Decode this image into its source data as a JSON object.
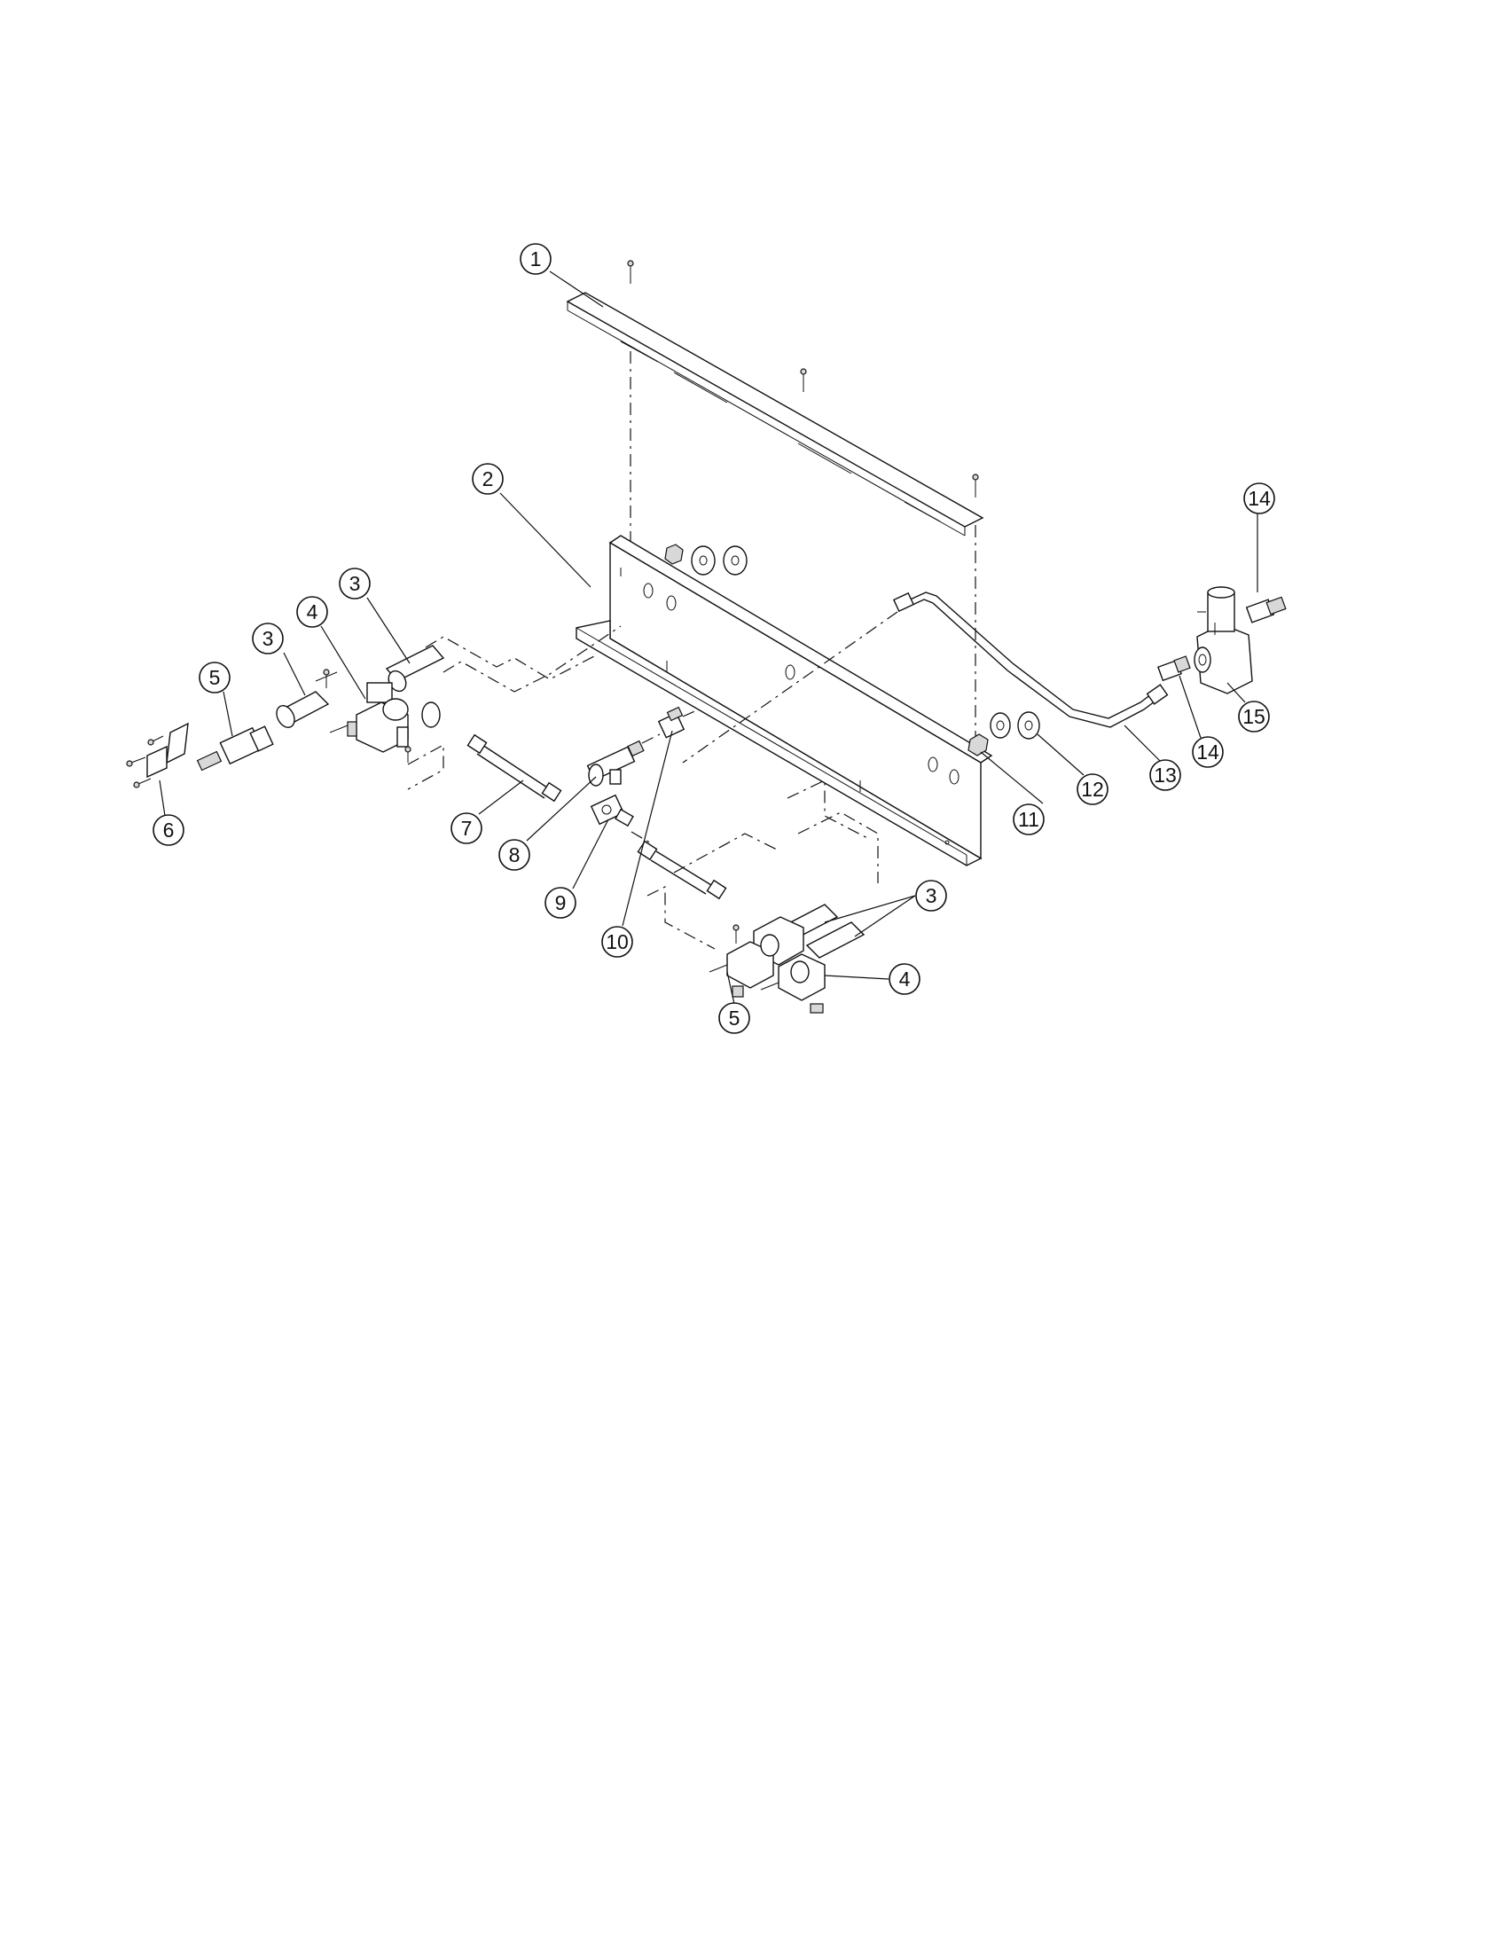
{
  "callouts": [
    {
      "id": "c1",
      "label": "1"
    },
    {
      "id": "c2",
      "label": "2"
    },
    {
      "id": "c3a",
      "label": "3"
    },
    {
      "id": "c3b",
      "label": "3"
    },
    {
      "id": "c3c",
      "label": "3"
    },
    {
      "id": "c4a",
      "label": "4"
    },
    {
      "id": "c4b",
      "label": "4"
    },
    {
      "id": "c5a",
      "label": "5"
    },
    {
      "id": "c5b",
      "label": "5"
    },
    {
      "id": "c6",
      "label": "6"
    },
    {
      "id": "c7",
      "label": "7"
    },
    {
      "id": "c8",
      "label": "8"
    },
    {
      "id": "c9",
      "label": "9"
    },
    {
      "id": "c10",
      "label": "10"
    },
    {
      "id": "c11",
      "label": "11"
    },
    {
      "id": "c12",
      "label": "12"
    },
    {
      "id": "c13",
      "label": "13"
    },
    {
      "id": "c14a",
      "label": "14"
    },
    {
      "id": "c14b",
      "label": "14"
    },
    {
      "id": "c15",
      "label": "15"
    }
  ]
}
